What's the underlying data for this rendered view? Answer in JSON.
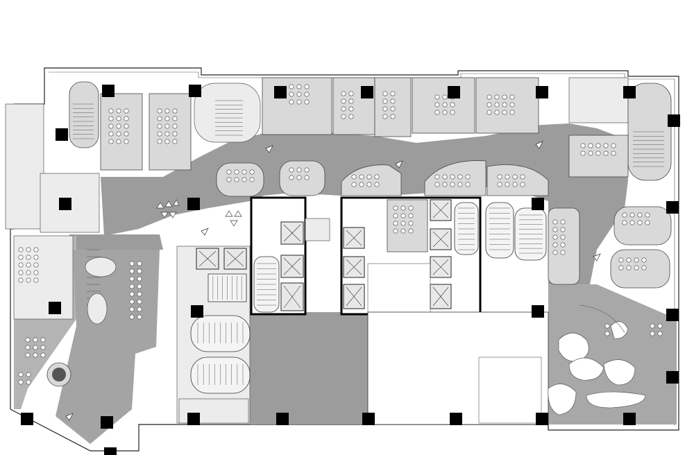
{
  "plan": {
    "palette": {
      "background": "#ffffff",
      "corridor": "#9c9c9c",
      "room_fill": "#d9d9d9",
      "room_light": "#ececec",
      "wall": "#222222",
      "column": "#000000"
    },
    "icons": [
      "column-marker",
      "elevator-cross",
      "stair-treads",
      "furniture-seat",
      "direction-arrow"
    ]
  }
}
